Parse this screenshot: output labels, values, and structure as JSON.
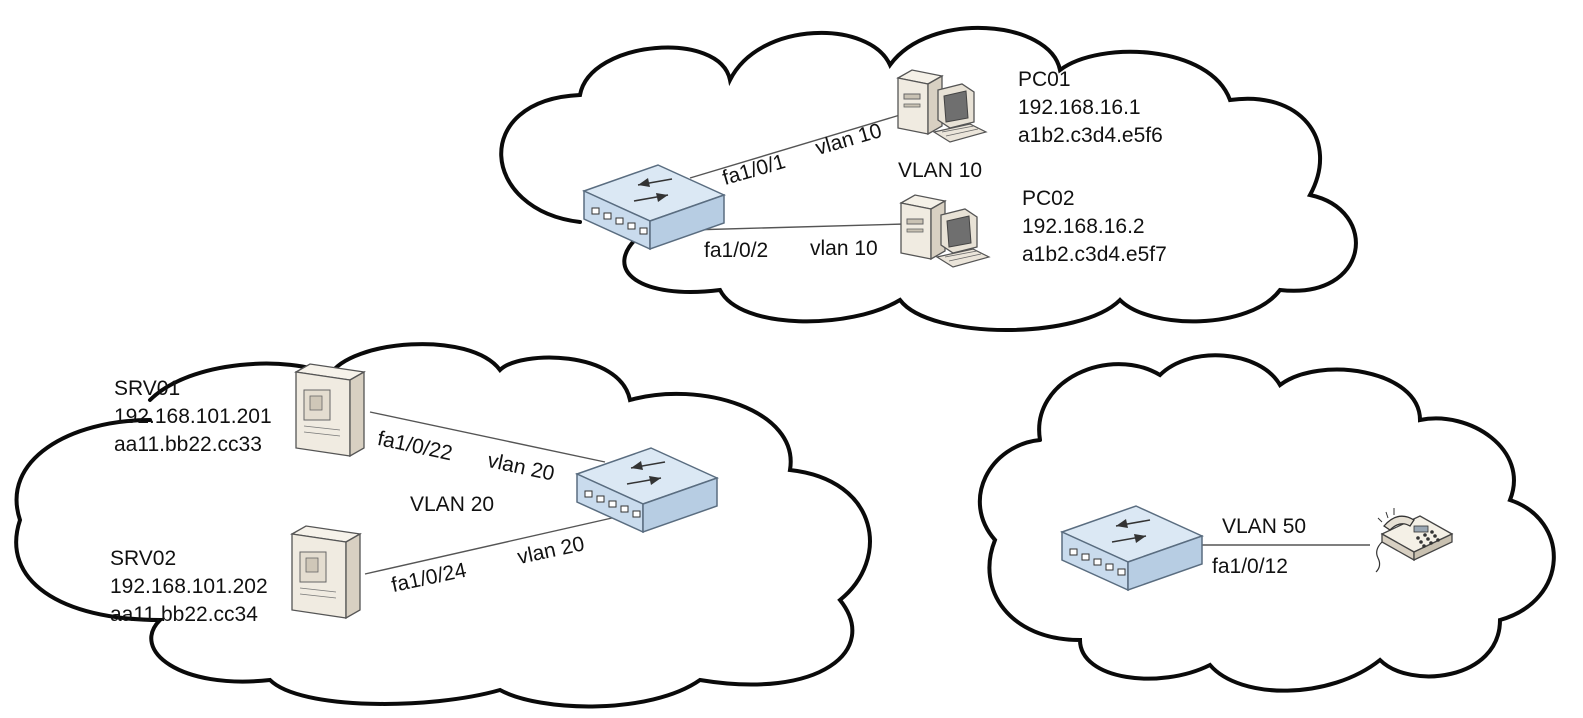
{
  "colors": {
    "cloud_stroke": "#0a0a0a",
    "link_line": "#555555",
    "switch_fill": "#dbe8f4",
    "switch_side": "#b7cde3",
    "device_fill": "#f0ebe1",
    "device_shade": "#d8d0c2",
    "screen_fill": "#6f6f6f"
  },
  "network_vlan10": {
    "label": "VLAN 10",
    "switch_icon": "network-switch-icon",
    "pc01": {
      "icon": "desktop-pc-icon",
      "name": "PC01",
      "ip": "192.168.16.1",
      "mac": "a1b2.c3d4.e5f6"
    },
    "pc02": {
      "icon": "desktop-pc-icon",
      "name": "PC02",
      "ip": "192.168.16.2",
      "mac": "a1b2.c3d4.e5f7"
    },
    "link_pc01": {
      "port": "fa1/0/1",
      "vlan": "vlan 10"
    },
    "link_pc02": {
      "port": "fa1/0/2",
      "vlan": "vlan 10"
    }
  },
  "network_vlan20": {
    "label": "VLAN 20",
    "switch_icon": "network-switch-icon",
    "srv01": {
      "icon": "server-tower-icon",
      "name": "SRV01",
      "ip": "192.168.101.201",
      "mac": "aa11.bb22.cc33"
    },
    "srv02": {
      "icon": "server-tower-icon",
      "name": "SRV02",
      "ip": "192.168.101.202",
      "mac": "aa11.bb22.cc34"
    },
    "link_srv01": {
      "port": "fa1/0/22",
      "vlan": "vlan 20"
    },
    "link_srv02": {
      "port": "fa1/0/24",
      "vlan": "vlan 20"
    }
  },
  "network_vlan50": {
    "label": "VLAN 50",
    "switch_icon": "network-switch-icon",
    "phone_icon": "ip-phone-icon",
    "link_phone": {
      "port": "fa1/0/12"
    }
  }
}
